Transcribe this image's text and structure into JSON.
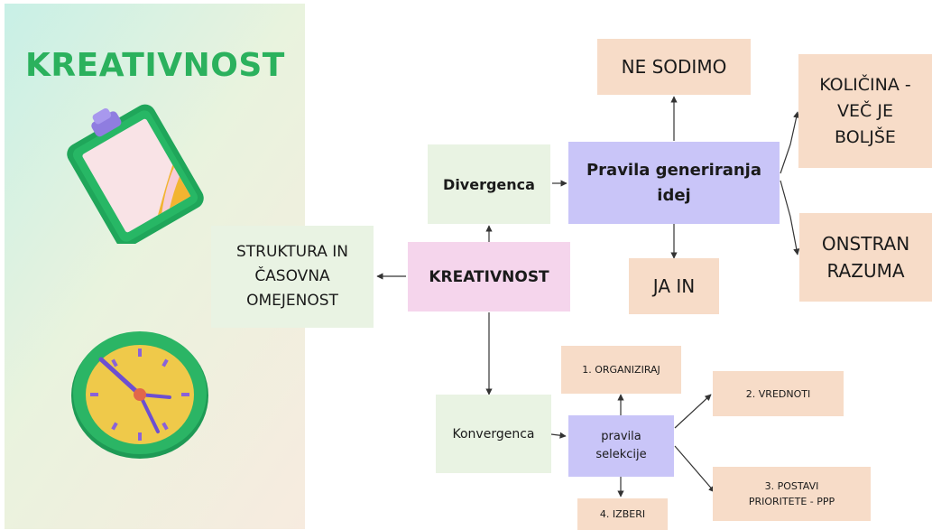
{
  "title": "KREATIVNOST",
  "nodes": {
    "center": "KREATIVNOST",
    "structure": "STRUKTURA IN\nČASOVNA\nOMEJENOST",
    "divergence": "Divergenca",
    "generation_rules": "Pravila generiranja\nidej",
    "no_judging": "NE SODIMO",
    "quantity": "KOLIČINA -\nVEČ JE\nBOLJŠE",
    "beyond_reason": "ONSTRAN\nRAZUMA",
    "yes_and": "JA IN",
    "convergence": "Konvergenca",
    "selection_rules": "pravila\nselekcije",
    "organize": "1. ORGANIZIRAJ",
    "evaluate": "2. VREDNOTI",
    "prioritize": "3. POSTAVI\nPRIORITETE - PPP",
    "choose": "4. IZBERI"
  },
  "icons": {
    "top_illustration": "clipboard-icon",
    "bottom_illustration": "clock-icon"
  },
  "colors": {
    "title_green": "#2bb15d",
    "peach": "#f7dcc8",
    "green_box": "#e9f3e3",
    "purple_box": "#c9c5f8",
    "pink_box": "#f5d5ec"
  }
}
